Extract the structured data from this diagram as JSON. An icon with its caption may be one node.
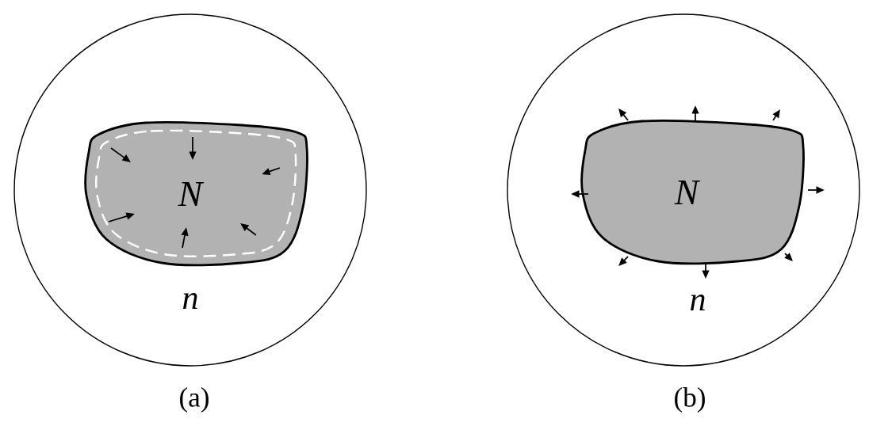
{
  "diagram": {
    "nodes": [
      {
        "text": [
          "n"
        ]
      },
      {
        "text": [
          "N"
        ],
        "in": 0
      },
      {
        "text": [
          "n"
        ]
      },
      {
        "text": [
          "N"
        ],
        "in": 2
      }
    ],
    "labels": [
      "(a)",
      "(b)"
    ]
  }
}
